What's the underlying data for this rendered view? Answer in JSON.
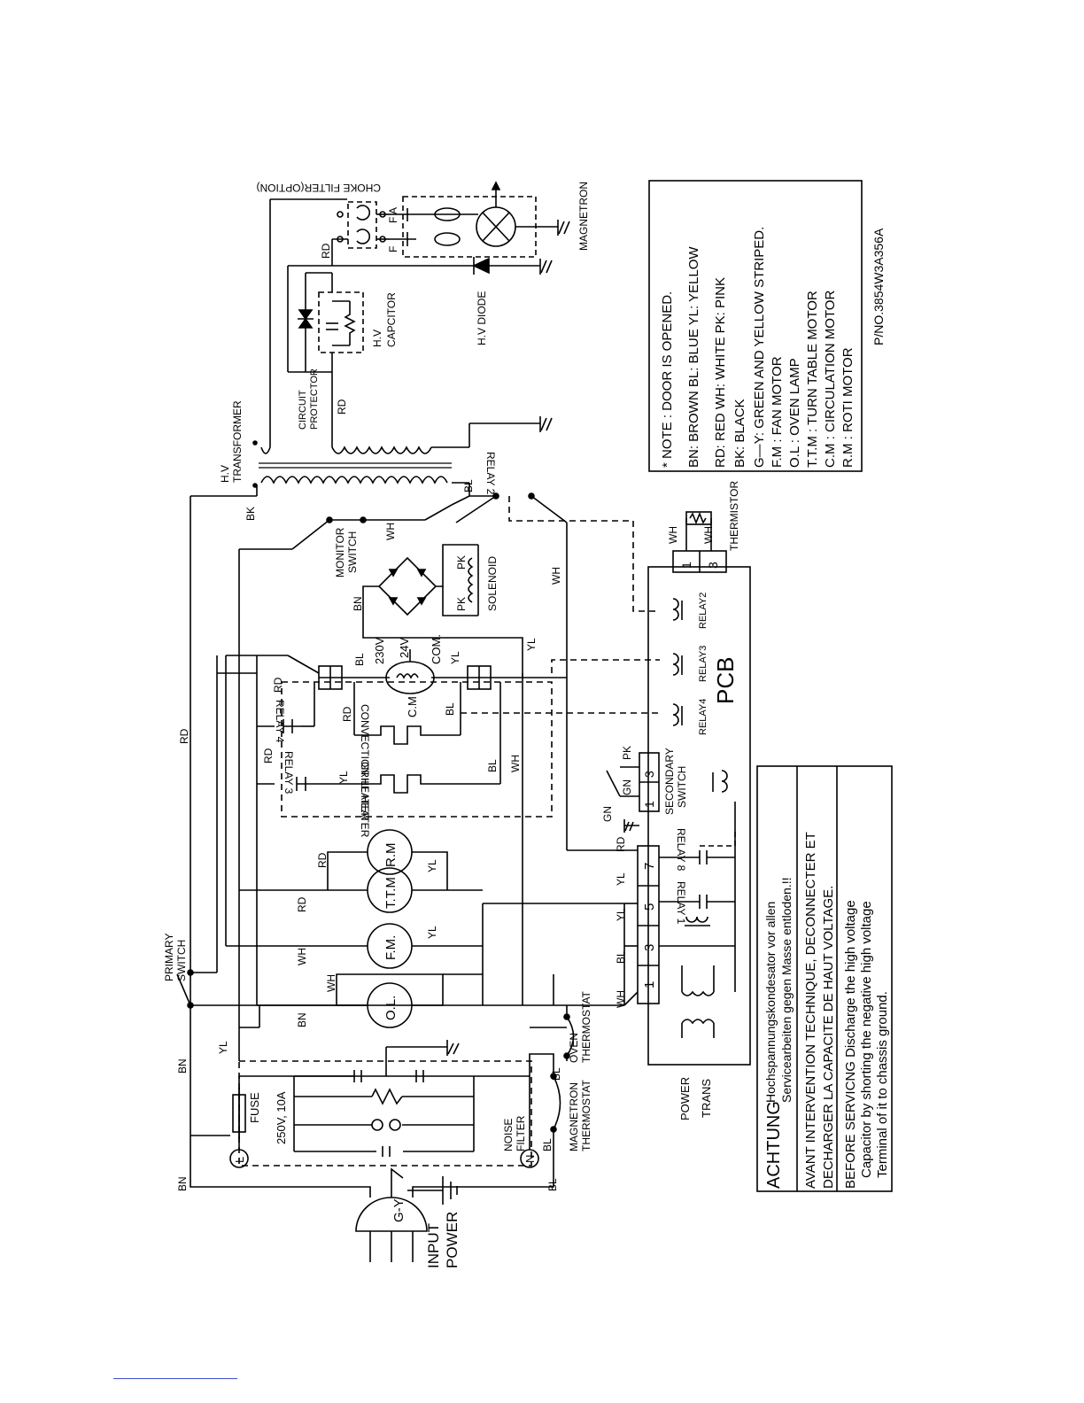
{
  "input": {
    "line1": "INPUT",
    "line2": "POWER",
    "ground": "G-Y"
  },
  "terminals": {
    "L": "L",
    "N": "N"
  },
  "fuse": {
    "label": "FUSE",
    "rating": "250V, 10A"
  },
  "noise_filter": {
    "line1": "NOISE",
    "line2": "FILTER"
  },
  "primary_switch": {
    "line1": "PRIMARY",
    "line2": "SWITCH"
  },
  "magnetron_thermostat": {
    "line1": "MAGNETRON",
    "line2": "THERMOSTAT"
  },
  "oven_thermostat": {
    "line1": "OVEN",
    "line2": "THERMOSTAT"
  },
  "motors": {
    "ol": "O.L.",
    "fm": "F.M.",
    "ttm": "T.T.M",
    "rm": "R.M",
    "cm": "C.M"
  },
  "heaters": {
    "grill": "GRILL HEATER",
    "convection": "CONVECTION HEATER"
  },
  "relays": {
    "r1": "RELAY 1",
    "r2": "RELAY 2",
    "r3": "RELAY 3",
    "r4": "RELAY 4",
    "r8": "RELAY 8"
  },
  "pcb": {
    "title": "PCB",
    "relay2": "RELAY2",
    "relay3": "RELAY3",
    "relay4": "RELAY4",
    "pins_left": [
      "1",
      "3",
      "5",
      "7"
    ],
    "pins_sec": [
      "1",
      "3"
    ],
    "pins_therm": [
      "1",
      "3"
    ]
  },
  "power_trans": {
    "line1": "POWER",
    "line2": "TRANS"
  },
  "secondary_switch": {
    "line1": "SECONDARY",
    "line2": "SWITCH"
  },
  "monitor_switch": {
    "line1": "MONITOR",
    "line2": "SWITCH"
  },
  "solenoid": "SOLENOID",
  "thermistor": "THERMISTOR",
  "cm_taps": {
    "v230": "230V",
    "v24": "24V",
    "com": "COM."
  },
  "hv": {
    "transformer1": "H.V",
    "transformer2": "TRANSFORMER",
    "protector1": "CIRCUIT",
    "protector2": "PROTECTOR",
    "capacitor1": "H.V",
    "capacitor2": "CAPCITOR",
    "diode": "H.V DIODE",
    "magnetron": "MAGNETRON",
    "choke": "CHOKE FILTER(OPTION)",
    "f": "F",
    "fa": "F A"
  },
  "wires": {
    "BN": "BN",
    "BL": "BL",
    "YL": "YL",
    "RD": "RD",
    "WH": "WH",
    "PK": "PK",
    "GN": "GN",
    "BK": "BK"
  },
  "notes": {
    "lines": [
      "* NOTE  : DOOR IS OPENED.",
      "BN: BROWN  BL: BLUE  YL: YELLOW",
      "RD: RED   WH: WHITE   PK: PINK",
      "BK: BLACK",
      "G—Y: GREEN  AND  YELLOW  STRIPED.",
      "F.M  :  FAN MOTOR",
      "O.L  :  OVEN LAMP",
      "T.T.M  :  TURN TABLE MOTOR",
      "C.M  :  CIRCULATION MOTOR",
      "R.M  :  ROTI MOTOR"
    ],
    "part_no": "P/NO.3854W3A356A"
  },
  "warning": {
    "achtung_title": "ACHTUNG",
    "achtung_line1": "Hochspannungskondesator vor allen",
    "achtung_line2": "Servicearbeiten gegen Masse entloden.!!",
    "avant_line1": "AVANT INTERVENTION TECHNIQUE, DECONNECTER ET",
    "avant_line2": "DECHARGER LA CAPACITE DE HAUT VOLTAGE.",
    "before_line1": "BEFORE SERVICNG Discharge the high voltage",
    "before_line2": "Capacitor by shorting the negative high voltage",
    "before_line3": "Terminal of it to chassis ground."
  }
}
